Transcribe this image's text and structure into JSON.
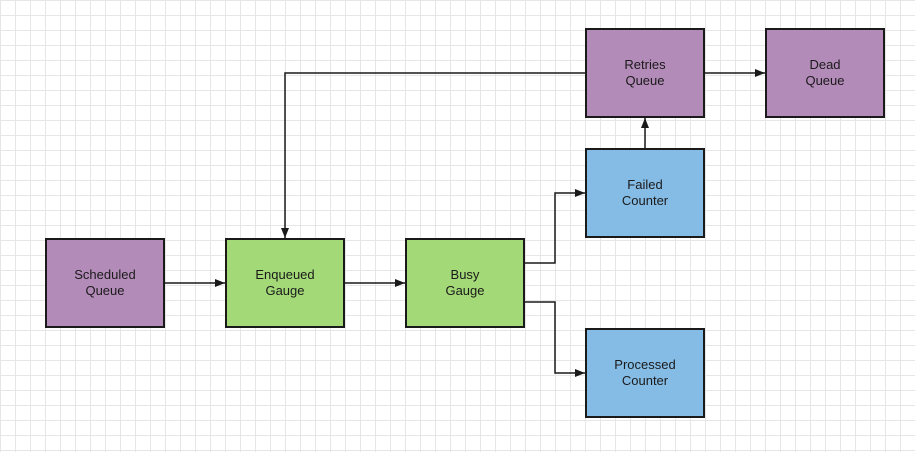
{
  "colors": {
    "queue": "#b38bb8",
    "gauge": "#a3d977",
    "counter": "#85bce6",
    "stroke": "#1a1a1a",
    "grid": "#e6e6e6"
  },
  "nodes": {
    "scheduled_queue": {
      "label": "Scheduled\nQueue",
      "kind": "queue"
    },
    "enqueued_gauge": {
      "label": "Enqueued\nGauge",
      "kind": "gauge"
    },
    "busy_gauge": {
      "label": "Busy\nGauge",
      "kind": "gauge"
    },
    "failed_counter": {
      "label": "Failed\nCounter",
      "kind": "counter"
    },
    "processed_counter": {
      "label": "Processed\nCounter",
      "kind": "counter"
    },
    "retries_queue": {
      "label": "Retries\nQueue",
      "kind": "queue"
    },
    "dead_queue": {
      "label": "Dead\nQueue",
      "kind": "queue"
    }
  },
  "edges": [
    {
      "from": "scheduled_queue",
      "to": "enqueued_gauge"
    },
    {
      "from": "enqueued_gauge",
      "to": "busy_gauge"
    },
    {
      "from": "busy_gauge",
      "to": "failed_counter"
    },
    {
      "from": "busy_gauge",
      "to": "processed_counter"
    },
    {
      "from": "failed_counter",
      "to": "retries_queue"
    },
    {
      "from": "retries_queue",
      "to": "dead_queue"
    },
    {
      "from": "retries_queue",
      "to": "enqueued_gauge"
    }
  ]
}
